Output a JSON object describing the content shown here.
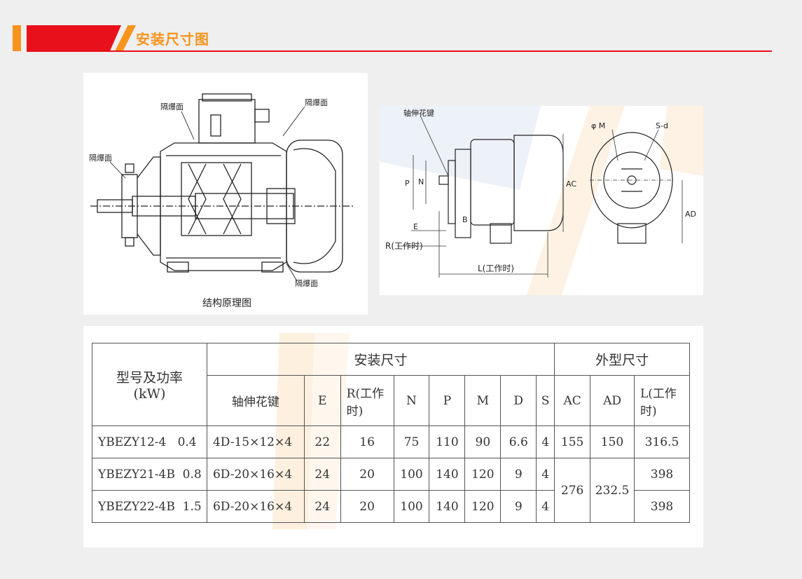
{
  "header": {
    "title": "安装尺寸图"
  },
  "diagram1": {
    "labels": {
      "flameproof_surface": "隔爆面",
      "caption": "结构原理图"
    }
  },
  "diagram2": {
    "labels": {
      "shaft_spline": "轴伸花键",
      "P": "P",
      "N": "N",
      "E": "E",
      "B": "B",
      "R": "R(工作时)",
      "L": "L(工作时)",
      "AC": "AC",
      "AD": "AD",
      "phiM": "φ M",
      "Sd": "S-d"
    }
  },
  "table": {
    "header_model": "型号及功率",
    "header_unit": "(kW)",
    "group_install": "安装尺寸",
    "group_outline": "外型尺寸",
    "columns": [
      "轴伸花键",
      "E",
      "R(工作时)",
      "N",
      "P",
      "M",
      "D",
      "S",
      "AC",
      "AD",
      "L(工作时)"
    ],
    "rows": [
      {
        "model": "YBEZY12-4   0.4",
        "spline": "4D-15×12×4",
        "E": "22",
        "R": "16",
        "N": "75",
        "P": "110",
        "M": "90",
        "D": "6.6",
        "S": "4",
        "AC": "155",
        "AD": "150",
        "L": "316.5"
      },
      {
        "model": "YBEZY21-4B  0.8",
        "spline": "6D-20×16×4",
        "E": "24",
        "R": "20",
        "N": "100",
        "P": "140",
        "M": "120",
        "D": "9",
        "S": "4",
        "AC": "276",
        "AD": "232.5",
        "L": "398"
      },
      {
        "model": "YBEZY22-4B  1.5",
        "spline": "6D-20×16×4",
        "E": "24",
        "R": "20",
        "N": "100",
        "P": "140",
        "M": "120",
        "D": "9",
        "S": "4",
        "L": "398"
      }
    ]
  },
  "colors": {
    "accent_red": "#e8101a",
    "accent_orange": "#f7941d"
  }
}
